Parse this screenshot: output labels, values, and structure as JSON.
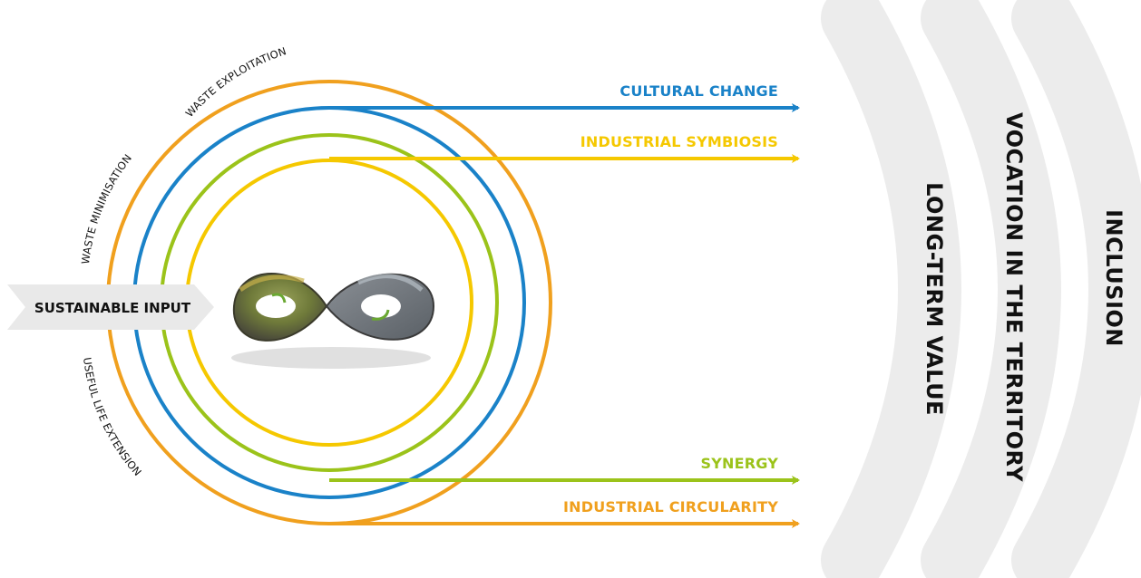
{
  "diagram": {
    "arc_labels": {
      "waste_exploitation": "WASTE EXPLOITATION",
      "waste_minimisation": "WASTE MINIMISATION",
      "useful_life_extension": "USEFUL LIFE EXTENSION"
    },
    "input_label": "SUSTAINABLE INPUT",
    "outputs": [
      {
        "label": "CULTURAL CHANGE",
        "color": "#1a82c8"
      },
      {
        "label": "INDUSTRIAL SYMBIOSIS",
        "color": "#f5c800"
      },
      {
        "label": "SYNERGY",
        "color": "#9bc31a"
      },
      {
        "label": "INDUSTRIAL CIRCULARITY",
        "color": "#f0a01e"
      }
    ],
    "bands": [
      {
        "label": "LONG-TERM VALUE"
      },
      {
        "label": "VOCATION IN THE TERRITORY"
      },
      {
        "label": "INCLUSION"
      }
    ],
    "colors": {
      "orange": "#f0a01e",
      "blue": "#1a82c8",
      "green": "#9bc31a",
      "yellow": "#f5c800",
      "band_gray": "#ececec",
      "input_gray": "#e9e9e9"
    }
  }
}
